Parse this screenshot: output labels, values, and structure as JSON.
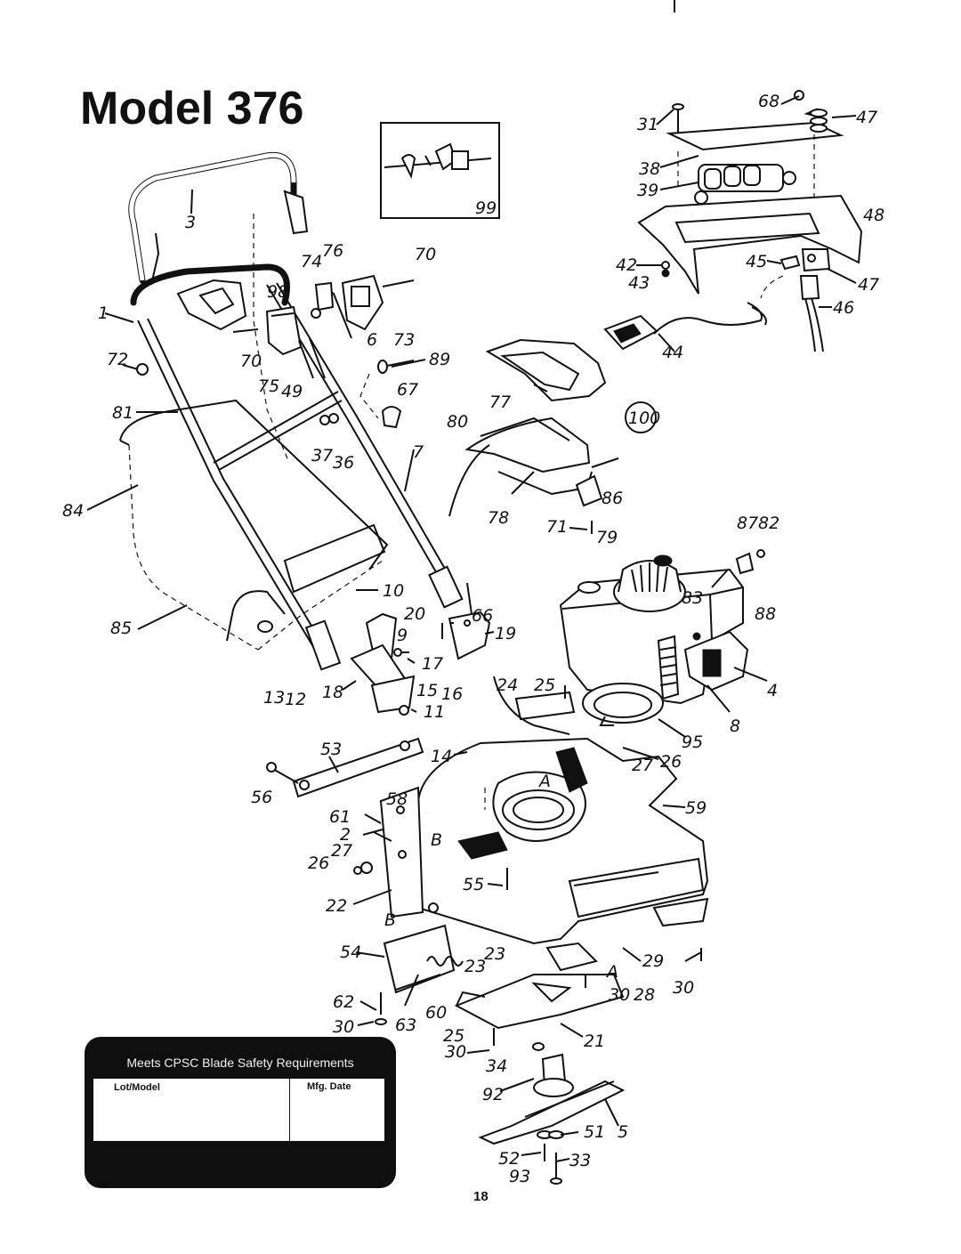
{
  "title": "Model 376",
  "page_number": "18",
  "safety_label": {
    "heading": "Meets CPSC Blade Safety Requirements",
    "field_lot": "Lot/Model",
    "field_date": "Mfg. Date"
  },
  "part_labels": [
    "68",
    "47",
    "31",
    "38",
    "39",
    "48",
    "42",
    "43",
    "45",
    "47",
    "46",
    "44",
    "99",
    "3",
    "74",
    "76",
    "70",
    "1",
    "98",
    "72",
    "70",
    "6",
    "73",
    "89",
    "75",
    "49",
    "67",
    "77",
    "81",
    "80",
    "100",
    "37",
    "36",
    "7",
    "86",
    "84",
    "78",
    "71",
    "79",
    "87",
    "82",
    "10",
    "83",
    "88",
    "20",
    "66",
    "9",
    "19",
    "85",
    "17",
    "13",
    "12",
    "18",
    "15",
    "16",
    "11",
    "24",
    "25",
    "4",
    "8",
    "95",
    "53",
    "14",
    "27",
    "26",
    "A",
    "56",
    "58",
    "59",
    "61",
    "2",
    "B",
    "27",
    "26",
    "55",
    "22",
    "B",
    "54",
    "23",
    "23",
    "29",
    "A",
    "62",
    "60",
    "30",
    "28",
    "30",
    "30",
    "63",
    "25",
    "21",
    "30",
    "34",
    "92",
    "51",
    "5",
    "52",
    "33",
    "93"
  ]
}
